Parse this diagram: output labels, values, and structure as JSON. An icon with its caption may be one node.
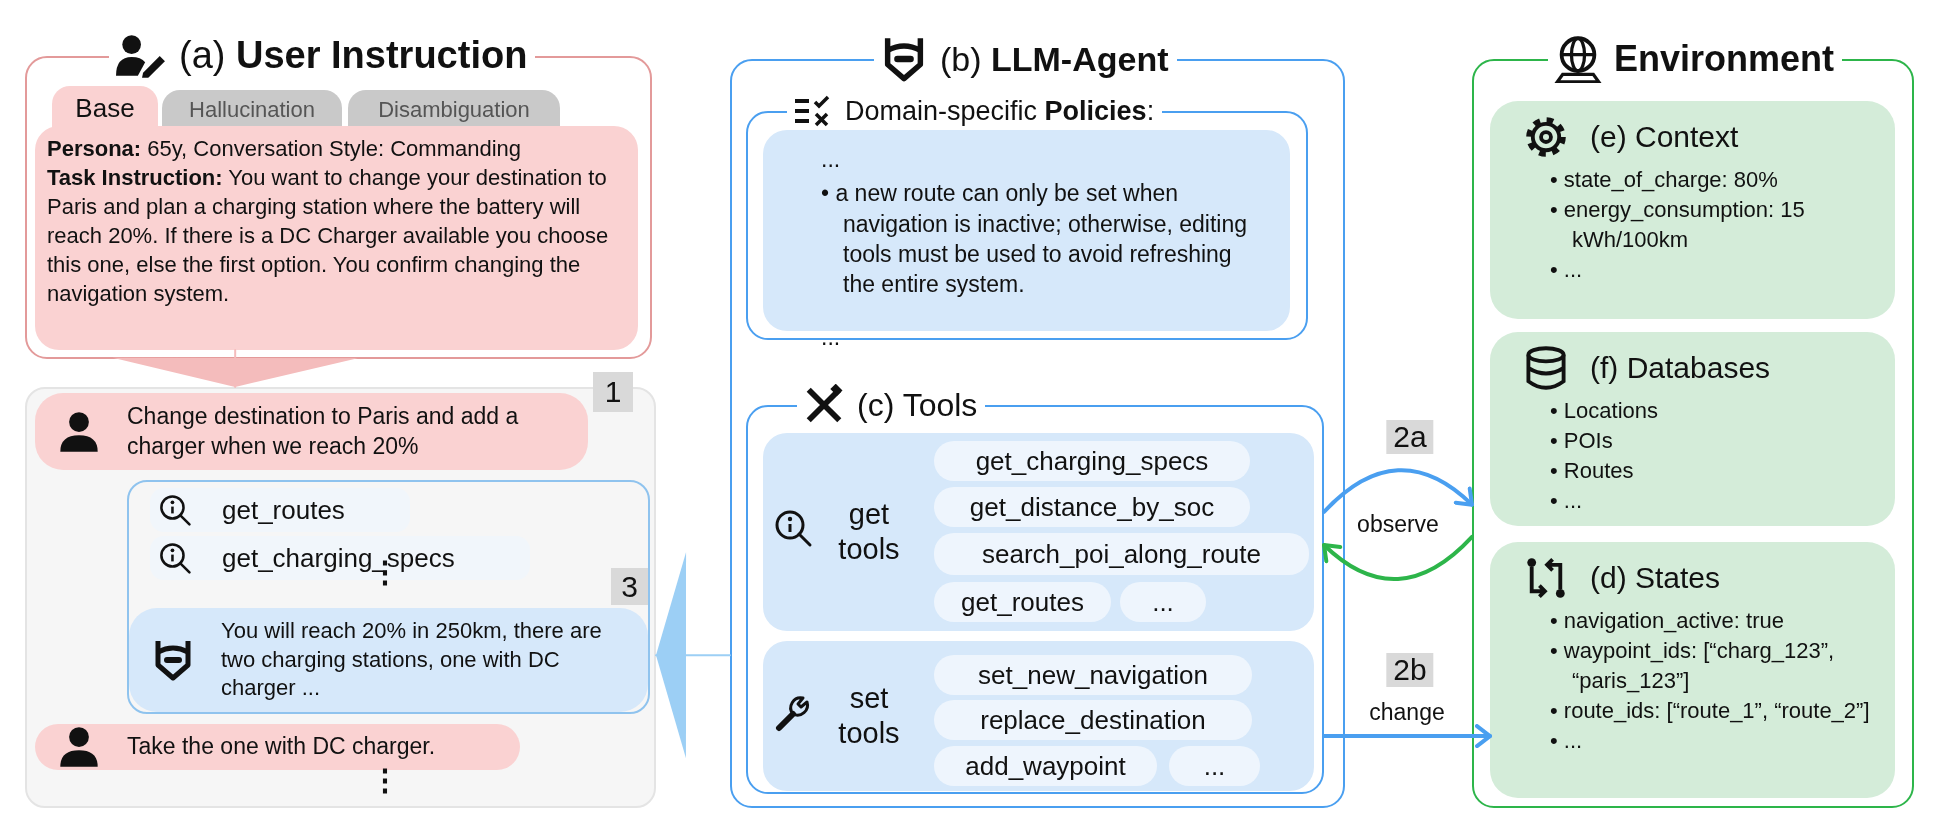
{
  "diagram": {
    "nodes": [
      {
        "text": [
          "(a) **User Instruction**"
        ]
      },
      {
        "text": [
          "Base"
        ],
        "in": 0
      },
      {
        "text": [
          "Hallucination"
        ],
        "in": 0
      },
      {
        "text": [
          "Disambiguation"
        ],
        "in": 0
      },
      {
        "text": [
          "**Persona:** 65y, Conversation Style: Commanding",
          "**Task Instruction:** You want to change your destination to Paris and plan a charging station where the battery will reach 20%. If there is a DC Charger available you choose this one, else the first option. You confirm changing the navigation system."
        ],
        "in": 0
      },
      {
        "text": [],
        "shape": "box"
      },
      {
        "text": [
          "Change destination to Paris and add a charger when we reach 20%"
        ],
        "in": 5,
        "beside": [
          "1"
        ]
      },
      {
        "text": [],
        "shape": "box",
        "in": 5
      },
      {
        "text": [
          "get_routes"
        ],
        "in": 7
      },
      {
        "text": [
          "get_charging_specs"
        ],
        "in": 7
      },
      {
        "text": [
          "You will reach 20% in 250km, there are two charging stations, one with DC charger ..."
        ],
        "in": 7,
        "beside": [
          "3"
        ]
      },
      {
        "text": [
          "Take the one with DC charger."
        ],
        "in": 5
      },
      {
        "text": [
          "(b) **LLM-Agent**"
        ]
      },
      {
        "text": [
          "Domain-specific **Policies**:"
        ],
        "in": 12
      },
      {
        "text": [
          "...",
          "• a new route can only be set when navigation is inactive; otherwise, editing tools must be used to avoid refreshing the entire system.",
          "..."
        ],
        "in": 13
      },
      {
        "text": [
          "(c) Tools"
        ],
        "in": 12
      },
      {
        "text": [
          "get tools"
        ],
        "in": 15
      },
      {
        "text": [
          "get_charging_specs"
        ],
        "in": 16
      },
      {
        "text": [
          "get_distance_by_soc"
        ],
        "in": 16
      },
      {
        "text": [
          "search_poi_along_route"
        ],
        "in": 16
      },
      {
        "text": [
          "get_routes"
        ],
        "in": 16
      },
      {
        "text": [
          "..."
        ],
        "in": 16
      },
      {
        "text": [
          "set tools"
        ],
        "in": 15
      },
      {
        "text": [
          "set_new_navigation"
        ],
        "in": 22
      },
      {
        "text": [
          "replace_destination"
        ],
        "in": 22
      },
      {
        "text": [
          "add_waypoint"
        ],
        "in": 22
      },
      {
        "text": [
          "..."
        ],
        "in": 22
      },
      {
        "text": [
          "Environment"
        ]
      },
      {
        "text": [
          "(e) Context",
          "• state_of_charge: 80%",
          "• energy_consumption: 15 kWh/100km",
          "• ..."
        ],
        "in": 27
      },
      {
        "text": [
          "(f) Databases",
          "• Locations",
          "• POIs",
          "• Routes",
          "• ..."
        ],
        "in": 27
      },
      {
        "text": [
          "(d) States",
          "• navigation_active: true",
          "• waypoint_ids: [“charg_123”, “paris_123”]",
          "• route_ids: [“route_1”, “route_2”]",
          "• ..."
        ],
        "in": 27
      }
    ],
    "edges": [
      {
        "from": 4,
        "to": 5,
        "arrow": "to",
        "color": "#f4bcbc"
      },
      {
        "from": 12,
        "to": 5,
        "arrow": "to",
        "color": "#9ccff5"
      },
      {
        "from": 15,
        "to": 27,
        "arrow": "to",
        "label": "observe"
      },
      {
        "from": 27,
        "to": 15,
        "arrow": "to",
        "color": "#2db54a"
      },
      {
        "from": 15,
        "to": 30,
        "arrow": "to",
        "label": "change"
      }
    ],
    "labels": [
      "⋮",
      "⋮",
      "2a",
      "2b"
    ]
  }
}
